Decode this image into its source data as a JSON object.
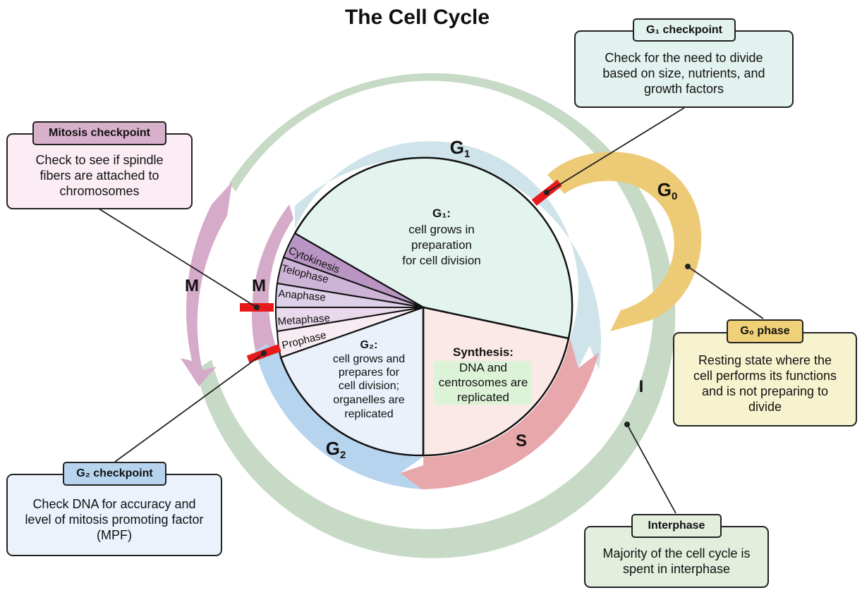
{
  "title": "The Cell Cycle",
  "outer_ring": {
    "interphase_label": "I",
    "mitosis_label": "M"
  },
  "inner_ring": {
    "g1": {
      "label": "G",
      "sub": "1"
    },
    "g0": {
      "label": "G",
      "sub": "0"
    },
    "g2": {
      "label": "G",
      "sub": "2"
    },
    "s": {
      "label": "S"
    },
    "m": {
      "label": "M"
    }
  },
  "sectors": {
    "g1": {
      "heading": "G₁:",
      "lines": [
        "cell grows in",
        "preparation",
        "for cell division"
      ]
    },
    "synthesis": {
      "heading": "Synthesis:",
      "lines": [
        "DNA and",
        "centrosomes are",
        "replicated"
      ]
    },
    "g2": {
      "heading": "G₂:",
      "lines": [
        "cell grows and",
        "prepares for",
        "cell division;",
        "organelles are",
        "replicated"
      ]
    },
    "m_phases": [
      "Cytokinesis",
      "Telophase",
      "Anaphase",
      "Metaphase",
      "Prophase"
    ]
  },
  "callouts": {
    "g1_checkpoint": {
      "tag": "G₁ checkpoint",
      "text": "Check for the need to divide based on size, nutrients, and growth factors"
    },
    "mitosis_checkpoint": {
      "tag": "Mitosis checkpoint",
      "text": "Check to see if spindle fibers are attached to chromosomes"
    },
    "g0_phase": {
      "tag": "G₀ phase",
      "text": "Resting state where the cell performs its functions and is not preparing to divide"
    },
    "g2_checkpoint": {
      "tag": "G₂ checkpoint",
      "text": "Check DNA for accuracy and level of mitosis promoting factor (MPF)"
    },
    "interphase": {
      "tag": "Interphase",
      "text": "Majority of the cell cycle is spent in interphase"
    }
  },
  "colors": {
    "interphase_ring": "#c7dac6",
    "mitosis": "#d6aac9",
    "g1_band": "#cfe3ea",
    "g1_sector": "#e3f3ee",
    "s_band": "#e8a7aa",
    "s_sector": "#fbe9e8",
    "g2_band": "#b7d4ee",
    "g2_sector": "#eaf1fa",
    "g0": "#edcb76",
    "checkpoint_marker": "#e8191b",
    "synthesis_highlight": "#d9f4d5",
    "callout_g1": "#e2f2ef",
    "callout_mitosis": "#fcedf5",
    "callout_g0": "#f8f3cf",
    "callout_g2": "#ebf2fb",
    "callout_interphase": "#e3eedd",
    "tag_mitosis": "#d9b0cc",
    "tag_g0": "#f0d178",
    "tag_g2": "#b7d4ee"
  }
}
